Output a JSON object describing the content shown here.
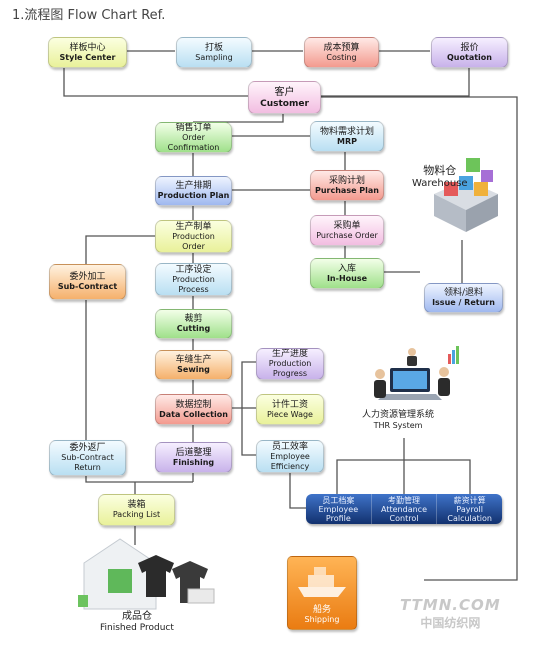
{
  "title": "1.流程图 Flow Chart Ref.",
  "nodes": {
    "style_center": {
      "zh": "样板中心",
      "en": "Style Center"
    },
    "sampling": {
      "zh": "打板",
      "en": "Sampling"
    },
    "costing": {
      "zh": "成本预算",
      "en": "Costing"
    },
    "quotation": {
      "zh": "报价",
      "en": "Quotation"
    },
    "customer": {
      "zh": "客户",
      "en": "Customer"
    },
    "order": {
      "zh": "销售订单",
      "en1": "Order",
      "en2": "Confirmation"
    },
    "mrp": {
      "zh": "物料需求计划",
      "en": "MRP"
    },
    "production_plan": {
      "zh": "生产排期",
      "en": "Production Plan"
    },
    "purchase_plan": {
      "zh": "采购计划",
      "en": "Purchase Plan"
    },
    "production_order": {
      "zh": "生产制单",
      "en1": "Production",
      "en2": "Order"
    },
    "purchase_order": {
      "zh": "采购单",
      "en": "Purchase Order"
    },
    "in_house": {
      "zh": "入库",
      "en": "In-House"
    },
    "sub_contract": {
      "zh": "委外加工",
      "en": "Sub-Contract"
    },
    "production_process": {
      "zh": "工序设定",
      "en1": "Production",
      "en2": "Process"
    },
    "cutting": {
      "zh": "裁剪",
      "en": "Cutting"
    },
    "sewing": {
      "zh": "车缝生产",
      "en": "Sewing"
    },
    "data_collection": {
      "zh": "数据控制",
      "en": "Data Collection"
    },
    "finishing": {
      "zh": "后道整理",
      "en": "Finishing"
    },
    "sub_contract_return": {
      "zh": "委外返厂",
      "en1": "Sub-Contract",
      "en2": "Return"
    },
    "production_progress": {
      "zh": "生产进度",
      "en1": "Production",
      "en2": "Progress"
    },
    "piece_wage": {
      "zh": "计件工资",
      "en": "Piece Wage"
    },
    "employee_efficiency": {
      "zh": "员工效率",
      "en1": "Employee",
      "en2": "Efficiency"
    },
    "issue_return": {
      "zh": "领料/退料",
      "en": "Issue / Return"
    },
    "packing_list": {
      "zh": "装箱",
      "en": "Packing List"
    },
    "shipping": {
      "zh": "船务",
      "en": "Shipping"
    }
  },
  "hr_bar": [
    {
      "zh": "员工档案",
      "en1": "Employee",
      "en2": "Profile"
    },
    {
      "zh": "考勤管理",
      "en1": "Attendance",
      "en2": "Control"
    },
    {
      "zh": "薪资计算",
      "en1": "Payroll",
      "en2": "Calculation"
    }
  ],
  "labels": {
    "warehouse": {
      "zh": "物料仓",
      "en": "Warehouse"
    },
    "thr": {
      "zh": "人力资源管理系统",
      "en": "THR System"
    },
    "finished": {
      "zh": "成品仓",
      "en": "Finished Product"
    }
  },
  "watermark": {
    "line1": "TTMN.COM",
    "line2": "中国纺织网"
  },
  "colors": {
    "connector": "#555555",
    "hr_bar": "#1f4a9a",
    "shipping": "#f08a1c"
  }
}
